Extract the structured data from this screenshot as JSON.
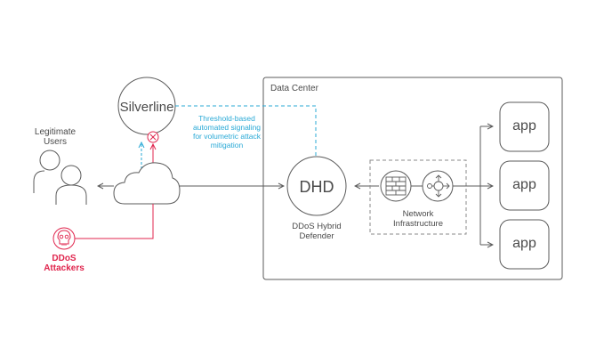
{
  "colors": {
    "line": "#5b5b5b",
    "signal": "#29a9d6",
    "attack": "#e0254d",
    "dashed_box": "#8a8a8a"
  },
  "nodes": {
    "silverline": {
      "label": "Silverline",
      "icon": "circle"
    },
    "block": {
      "icon": "x-circle-icon"
    },
    "legit_users": {
      "label_lines": [
        "Legitimate",
        "Users"
      ],
      "icon": "users-icon"
    },
    "cloud": {
      "icon": "cloud-icon"
    },
    "attackers": {
      "label_lines": [
        "DDoS",
        "Attackers"
      ],
      "icon": "skull-icon"
    },
    "signal_note": {
      "lines": [
        "Threshold-based",
        "automated signaling",
        "for volumetric attack",
        "mitigation"
      ]
    },
    "data_center": {
      "label": "Data Center"
    },
    "dhd": {
      "label": "DHD",
      "caption_lines": [
        "DDoS Hybrid",
        "Defender"
      ]
    },
    "network": {
      "caption_lines": [
        "Network",
        "Infrastructure"
      ],
      "icons": [
        "firewall-icon",
        "router-icon"
      ]
    },
    "apps": [
      {
        "label": "app"
      },
      {
        "label": "app"
      },
      {
        "label": "app"
      }
    ]
  }
}
